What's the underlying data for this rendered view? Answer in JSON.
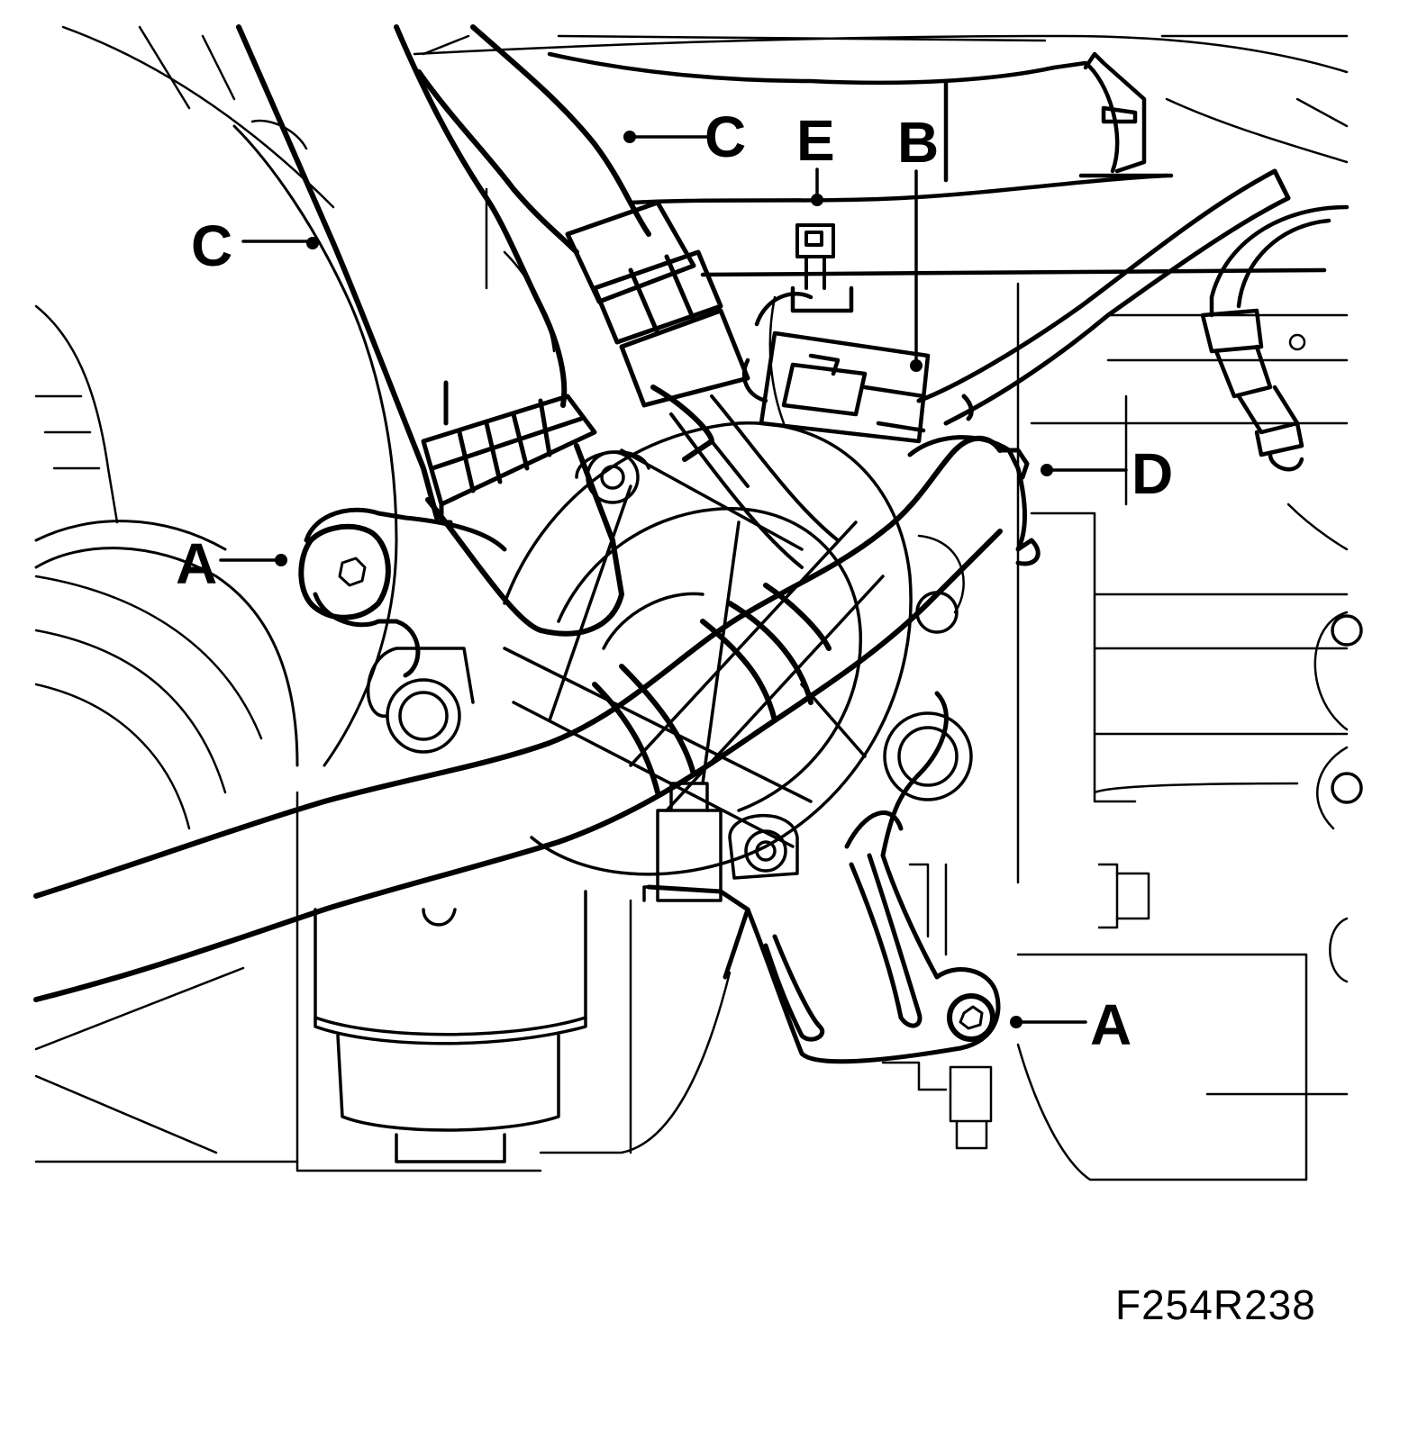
{
  "figure_code": "F254R238",
  "callouts": {
    "c_upper": "C",
    "c_left": "C",
    "e": "E",
    "b": "B",
    "d": "D",
    "a_left": "A",
    "a_right": "A"
  },
  "colors": {
    "line": "#000000",
    "background": "#ffffff"
  }
}
